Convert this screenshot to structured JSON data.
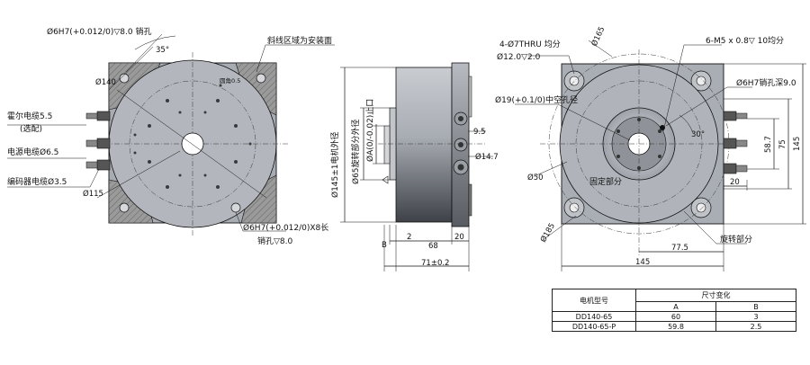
{
  "front_view": {
    "pin_hole_top": "Ø6H7(+0.012/0)▽8.0 销孔",
    "angle": "35°",
    "dia_140": "Ø140",
    "chamfer": "圆角0.5",
    "hall_cable": "霍尔电缆5.5",
    "hall_optional": "(选配)",
    "power_cable": "电源电缆Ø6.5",
    "encoder_cable": "编码器电缆Ø3.5",
    "dia_115": "Ø115",
    "pin_hole_bottom_1": "Ø6H7(+0.012/0)X8长",
    "pin_hole_bottom_2": "销孔▽8.0",
    "bevel_note": "斜线区域为安装面"
  },
  "side_view": {
    "dia_145": "Ø145±1电机外径",
    "dia_65": "Ø65旋转部分外径",
    "dia_a": "ØA(0/-0.02)止口",
    "d_9_5": "9.5",
    "d_14_7": "Ø14.7",
    "d_b": "B",
    "d_2": "2",
    "d_68": "68",
    "d_20": "20",
    "d_71": "71±0.2"
  },
  "rear_view": {
    "thru_holes_1": "4-Ø7THRU 均分",
    "thru_holes_2": "Ø12.0▽2.0",
    "dia_165": "Ø165",
    "m5_holes": "6-M5 x 0.8▽ 10均分",
    "hollow": "Ø19(+0.1/0)中空孔径",
    "pin_hole": "Ø6H7销孔深9.0",
    "angle_30": "30°",
    "dia_50": "Ø50",
    "fixed_part": "固定部分",
    "dim_58_7": "58.7",
    "dim_75": "75",
    "dim_20": "20",
    "dim_145_v": "145",
    "dia_185": "Ø185",
    "dim_77_5": "77.5",
    "rotating_part": "旋转部分",
    "dim_145_h": "145"
  },
  "spec_table": {
    "header_model": "电机型号",
    "header_change": "尺寸变化",
    "col_a": "A",
    "col_b": "B",
    "rows": [
      {
        "model": "DD140-65",
        "a": "60",
        "b": "3"
      },
      {
        "model": "DD140-65-P",
        "a": "59.8",
        "b": "2.5"
      }
    ]
  },
  "colors": {
    "body_gray": "#a9adb4",
    "hatch_gray": "#8c8c8c",
    "outline": "#111111"
  }
}
